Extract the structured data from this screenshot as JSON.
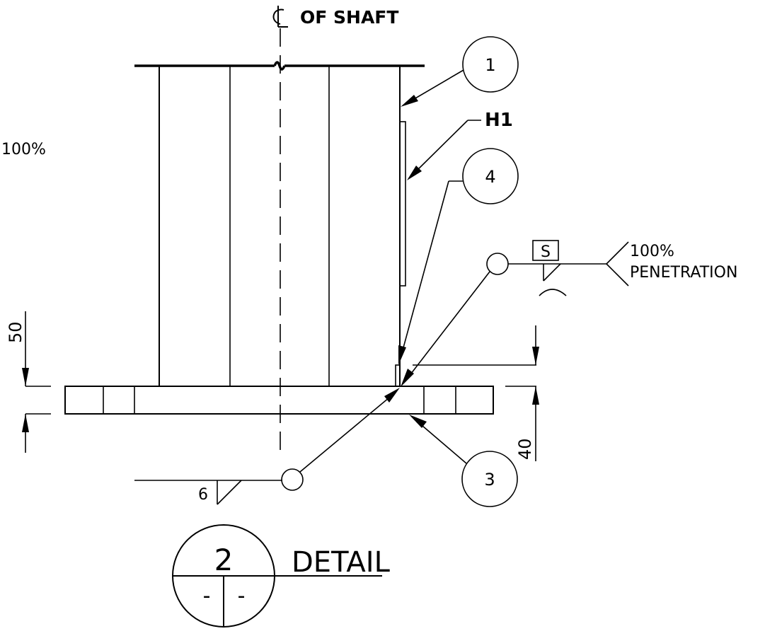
{
  "centerline_label": "OF SHAFT",
  "centerline_symbol": "CL",
  "weld_note_left": "100%",
  "weld_note_right_line1": "100%",
  "weld_note_right_line2": "PENETRATION",
  "weld_symbol_box": "S",
  "fillet_weld_size": "6",
  "bubbles": [
    "1",
    "4",
    "3"
  ],
  "flag_label": "H1",
  "dimensions": {
    "top_gap": "50",
    "right_gap": "40"
  },
  "detail": {
    "number": "2",
    "sheet_left": "-",
    "sheet_right": "-",
    "title": "DETAIL"
  }
}
